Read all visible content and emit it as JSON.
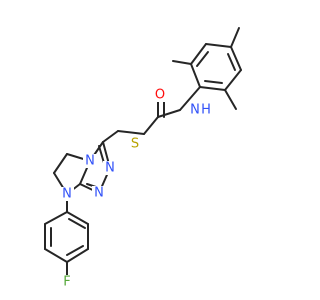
{
  "molecule": {
    "atom_colors": {
      "N": "#3050f8",
      "O": "#ff0d0d",
      "S": "#b8a300",
      "F": "#56a83a"
    },
    "labels": {
      "oxygen": "O",
      "amide_nitrogen": "N",
      "amide_hydrogen": "H",
      "sulfur": "S",
      "triazole_n_fused": "N",
      "triazole_n_upper": "N",
      "triazole_n_lower": "N",
      "imidazoline_n": "N",
      "fluorine": "F"
    }
  }
}
